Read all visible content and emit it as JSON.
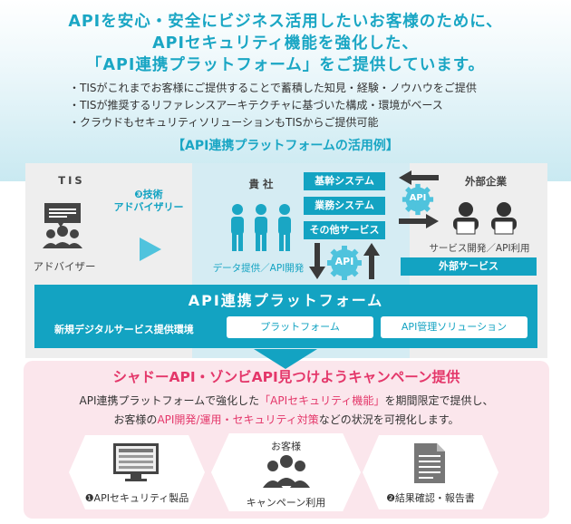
{
  "header": {
    "line1": "APIを安心・安全にビジネス活用したいお客様のために、",
    "line2": "APIセキュリティ機能を強化した、",
    "line3": "「API連携プラットフォーム」をご提供しています。"
  },
  "bullets": [
    "・TISがこれまでお客様にご提供することで蓄積した知見・経験・ノウハウをご提供",
    "・TISが推奨するリファレンスアーキテクチャに基づいた構成・環境がベース",
    "・クラウドもセキュリティソリューションもTISからご提供可能"
  ],
  "diagram": {
    "title": "【API連携プラットフォームの活用例】",
    "tis": {
      "name": "TIS",
      "role": "アドバイザー",
      "step_line1": "❸技術",
      "step_line2": "アドバイザリー"
    },
    "company": {
      "name": "貴 社",
      "caption": "データ提供／API開発"
    },
    "systems": [
      "基幹システム",
      "業務システム",
      "その他サービス"
    ],
    "api_badge": "API",
    "external": {
      "name": "外部企業",
      "caption": "サービス開発／API利用",
      "service": "外部サービス"
    },
    "platform": {
      "title": "API連携プラットフォーム",
      "subtitle": "新規デジタルサービス提供環境",
      "box1": "プラットフォーム",
      "box2": "API管理ソリューション"
    },
    "colors": {
      "accent": "#13a3c2",
      "campaign": "#e4376a",
      "arrow": "#3a3a3a"
    }
  },
  "campaign": {
    "title": "シャドーAPI・ゾンビAPI見つけようキャンペーン提供",
    "line1_a": "API連携プラットフォームで強化した",
    "line1_b": "「APIセキュリティ機能」",
    "line1_c": "を期間限定で提供し、",
    "line2_a": "お客様の",
    "line2_b": "API開発/運用・セキュリティ対策",
    "line2_c": "などの状況を可視化します。",
    "left_label": "❶APIセキュリティ製品",
    "center_top": "お客様",
    "center_bottom": "キャンペーン利用",
    "right_label": "❷結果確認・報告書"
  }
}
